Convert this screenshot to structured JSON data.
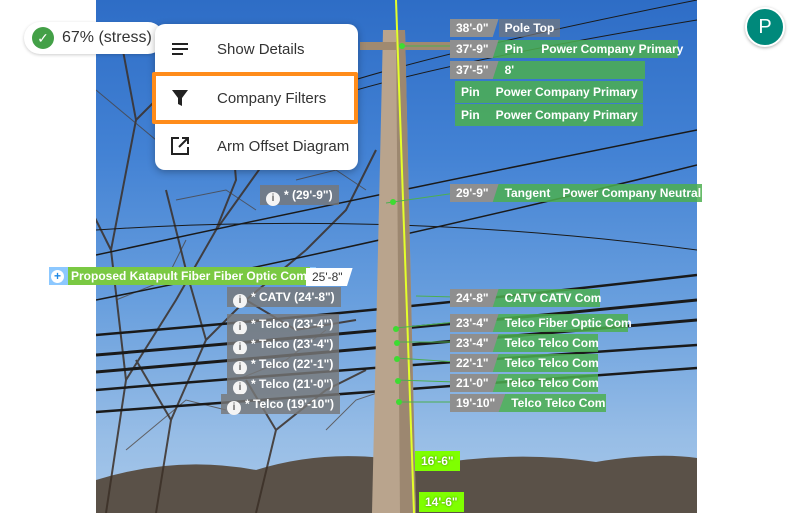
{
  "stress": {
    "value": "67% (stress)"
  },
  "menu": {
    "items": [
      {
        "label": "Show Details",
        "icon": "list-icon"
      },
      {
        "label": "Company Filters",
        "icon": "filter-icon"
      },
      {
        "label": "Arm Offset Diagram",
        "icon": "open-in-new-icon"
      }
    ]
  },
  "user": {
    "initial": "P",
    "color": "#00897b"
  },
  "pole": {
    "left_labels": [
      {
        "star": "*",
        "text": "(29'-9\")"
      },
      {
        "star": "*",
        "text": "CATV  (24'-8\")"
      },
      {
        "star": "*",
        "text": "Telco  (23'-4\")"
      },
      {
        "star": "*",
        "text": "Telco  (23'-4\")"
      },
      {
        "star": "*",
        "text": "Telco  (22'-1\")"
      },
      {
        "star": "*",
        "text": "Telco  (21'-0\")"
      },
      {
        "star": "*",
        "text": "Telco  (19'-10\")"
      }
    ],
    "proposed": {
      "text": "Proposed Katapult Fiber Fiber Optic Com",
      "height": "25'-8\""
    },
    "right_labels": [
      {
        "height": "38'-0\"",
        "type": "Pole Top",
        "company": ""
      },
      {
        "height": "37'-9\"",
        "type": "Pin",
        "company": "Power Company Primary"
      },
      {
        "height": "37'-5\"",
        "type": "8'",
        "company": ""
      },
      {
        "height": "",
        "type": "Pin",
        "company": "Power Company Primary"
      },
      {
        "height": "",
        "type": "Pin",
        "company": "Power Company Primary"
      },
      {
        "height": "29'-9\"",
        "type": "Tangent",
        "company": "Power Company Neutral"
      },
      {
        "height": "24'-8\"",
        "type": "CATV CATV Com",
        "company": ""
      },
      {
        "height": "23'-4\"",
        "type": "Telco Fiber Optic Com",
        "company": ""
      },
      {
        "height": "23'-4\"",
        "type": "Telco Telco Com",
        "company": ""
      },
      {
        "height": "22'-1\"",
        "type": "Telco Telco Com",
        "company": ""
      },
      {
        "height": "21'-0\"",
        "type": "Telco Telco Com",
        "company": ""
      },
      {
        "height": "19'-10\"",
        "type": "Telco Telco Com",
        "company": ""
      }
    ],
    "measure": [
      "16'-6\"",
      "14'-6\""
    ]
  }
}
